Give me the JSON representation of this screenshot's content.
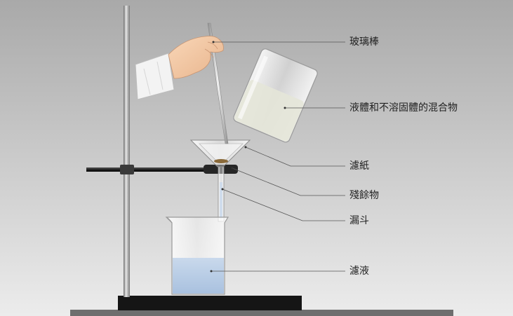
{
  "labels": {
    "glass_rod": "玻璃棒",
    "mixture": "液體和不溶固體的混合物",
    "filter_paper": "濾紙",
    "residue": "殘餘物",
    "funnel": "漏斗",
    "filtrate": "濾液"
  },
  "colors": {
    "background_top": "#a9a9a9",
    "background_bottom": "#e9e9e9",
    "leader_line": "#555555",
    "stand_base": "#1a1a1a",
    "filtrate_liquid": "#b7cde6",
    "mixture_liquid": "#e4e6d8"
  }
}
